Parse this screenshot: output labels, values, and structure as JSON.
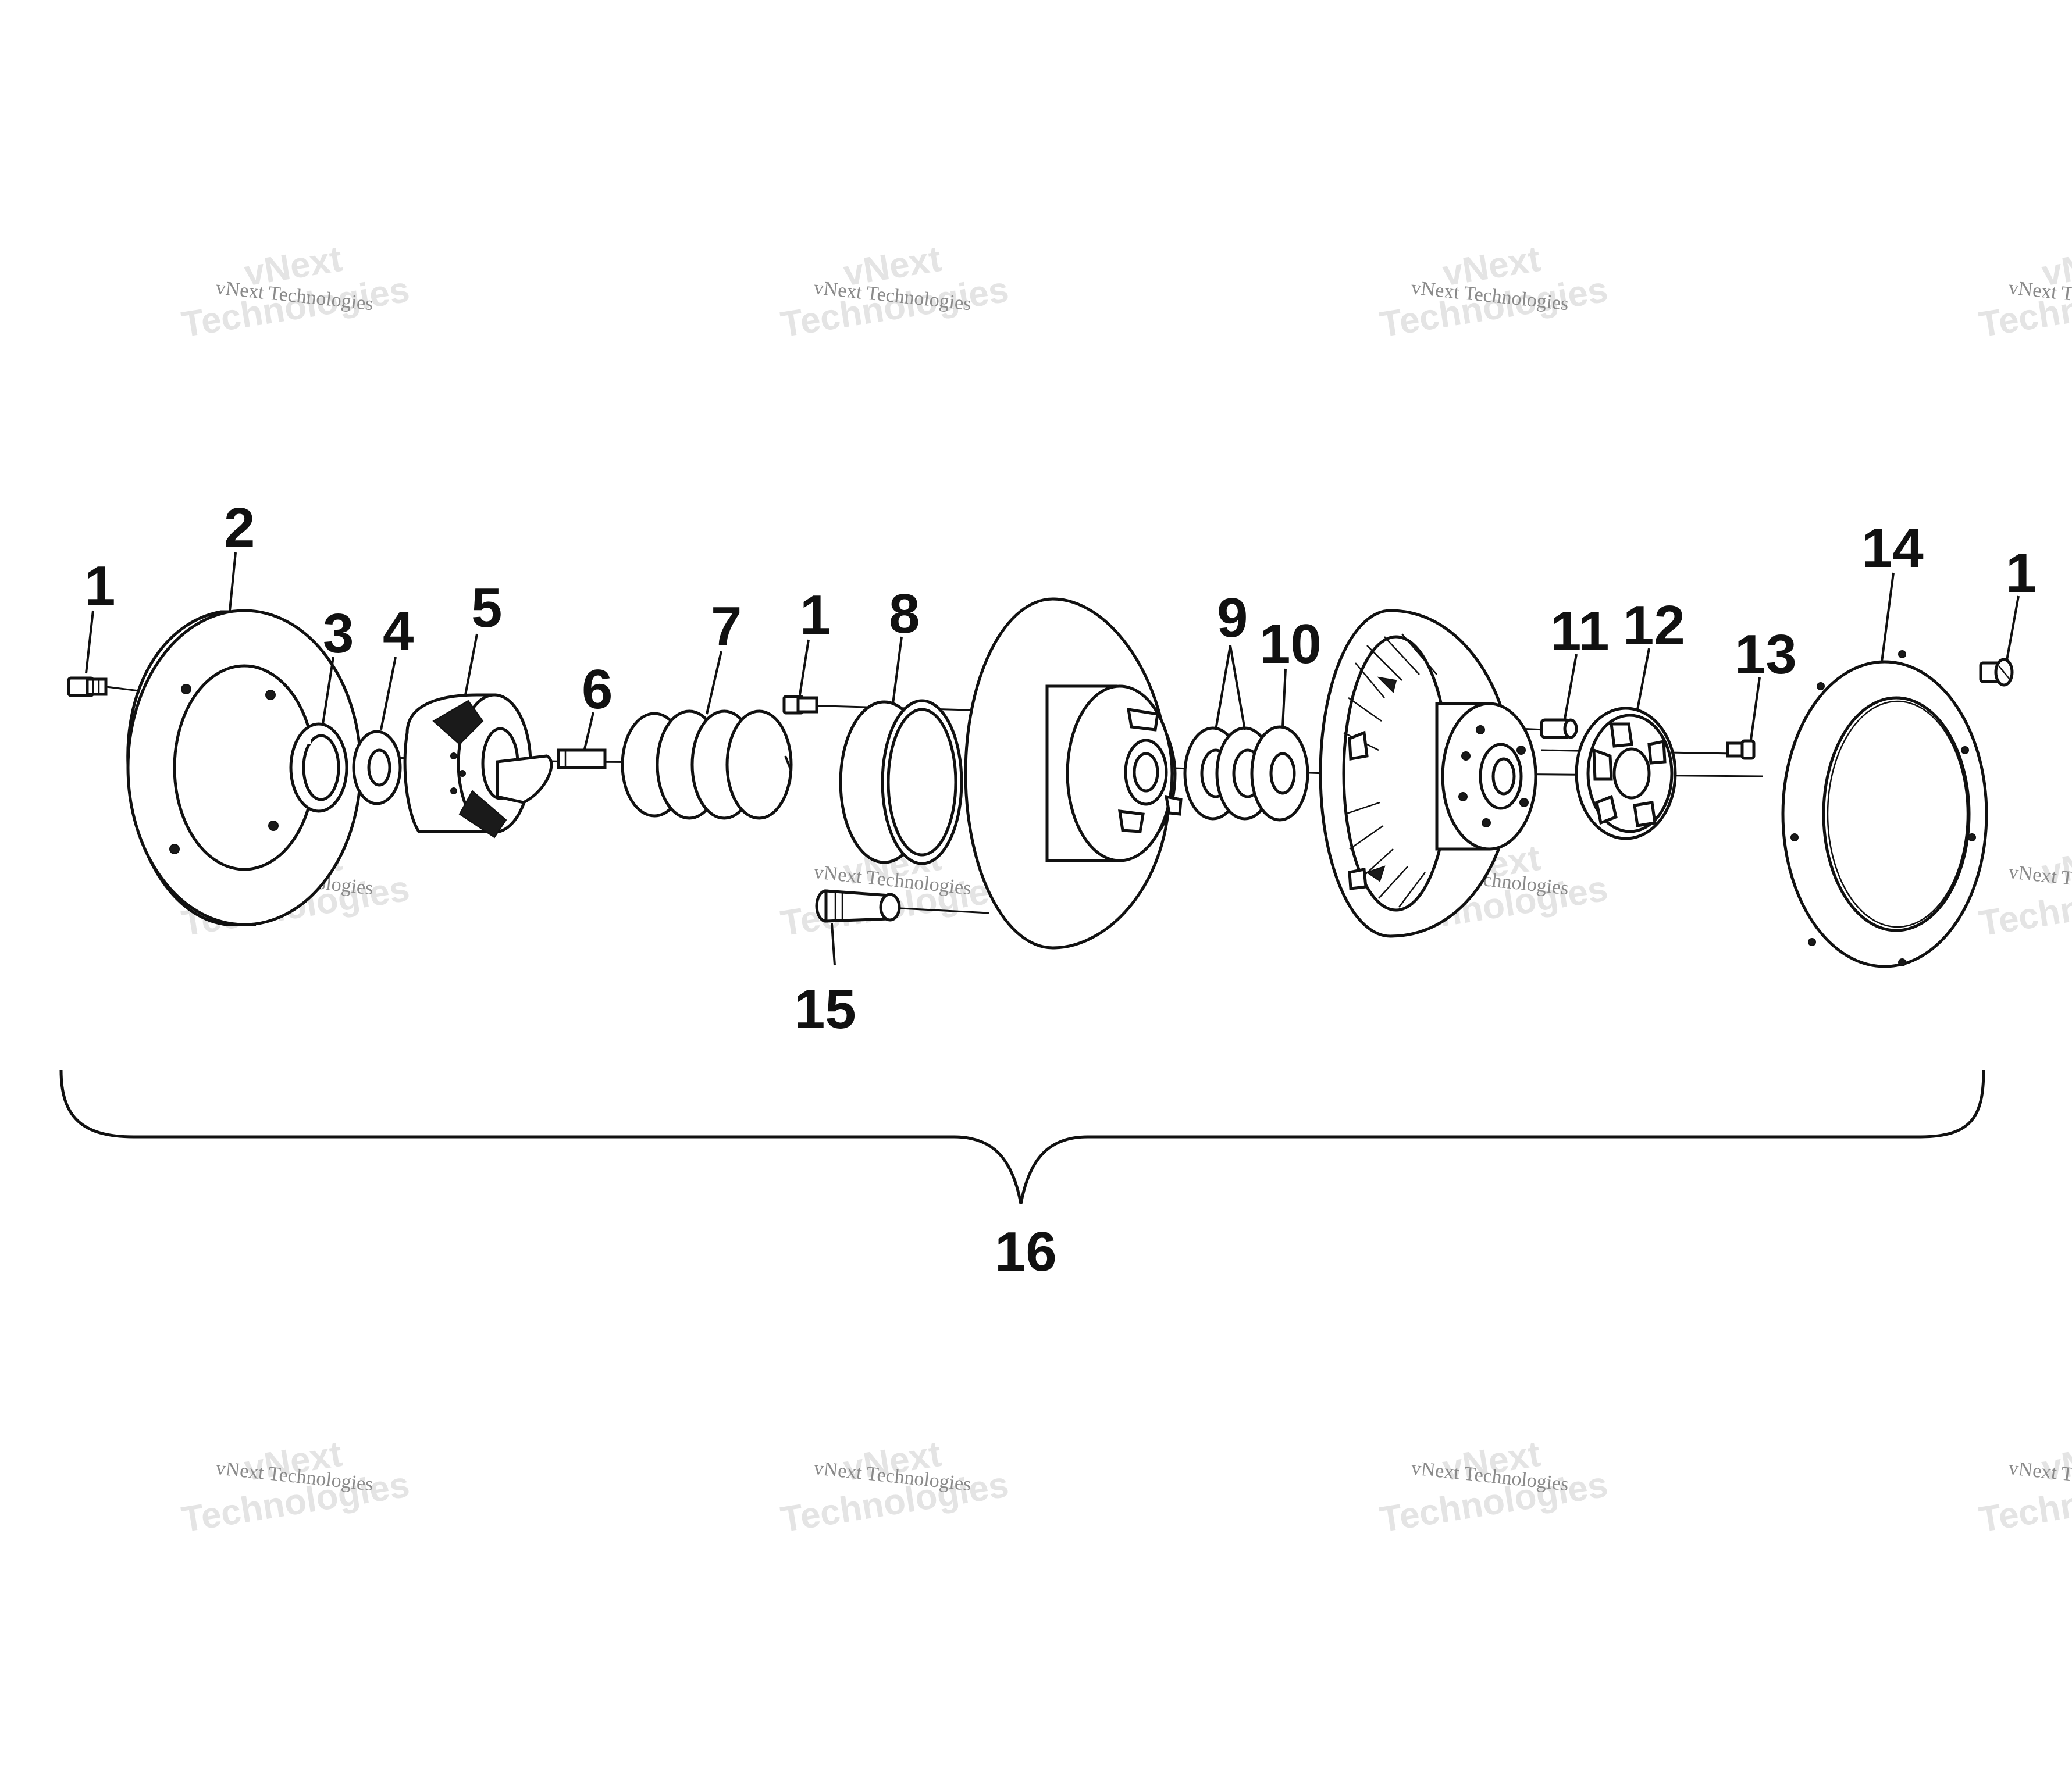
{
  "diagram": {
    "callouts": {
      "c1a": "1",
      "c2": "2",
      "c3": "3",
      "c4": "4",
      "c5": "5",
      "c6": "6",
      "c7": "7",
      "c1b": "1",
      "c8": "8",
      "c9": "9",
      "c10": "10",
      "c11": "11",
      "c12": "12",
      "c13": "13",
      "c14": "14",
      "c1c": "1",
      "c15": "15",
      "c16": "16"
    }
  },
  "watermark": {
    "line_small": "vNext Technologies",
    "line_large_top": "vNext",
    "line_large_bottom": "Technologies"
  },
  "colors": {
    "ink": "#111111",
    "background": "#ffffff",
    "watermark_text": "#8a8a8a",
    "watermark_outline": "#e4e4e4"
  }
}
